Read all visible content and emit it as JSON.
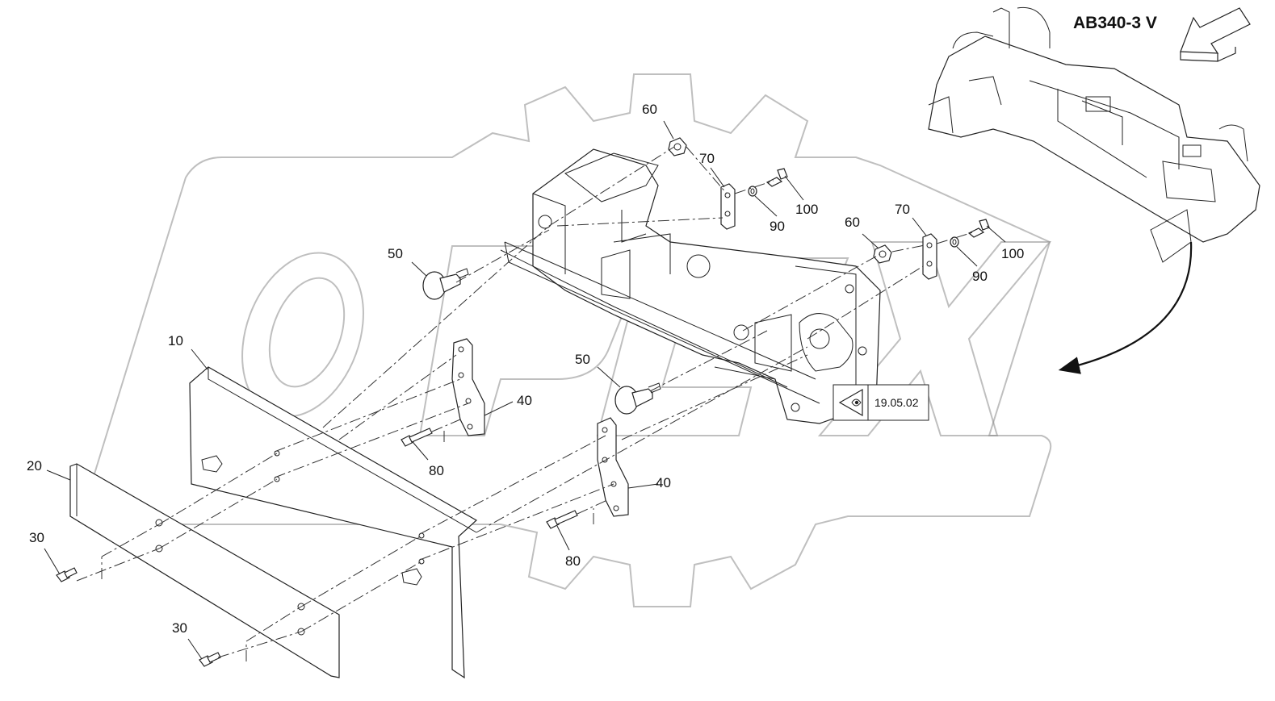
{
  "model_title": "AB340-3 V",
  "reference_box": {
    "icon": "eye-view-icon",
    "label": "19.05.02"
  },
  "callouts": {
    "c10": "10",
    "c20": "20",
    "c30a": "30",
    "c30b": "30",
    "c40a": "40",
    "c40b": "40",
    "c50a": "50",
    "c50b": "50",
    "c60a": "60",
    "c60b": "60",
    "c70a": "70",
    "c70b": "70",
    "c80a": "80",
    "c80b": "80",
    "c90a": "90",
    "c90b": "90",
    "c100a": "100",
    "c100b": "100"
  },
  "icons": [
    "view-direction-arrow-icon",
    "eye-view-icon",
    "transition-curved-arrow-icon",
    "watermark-logo"
  ]
}
